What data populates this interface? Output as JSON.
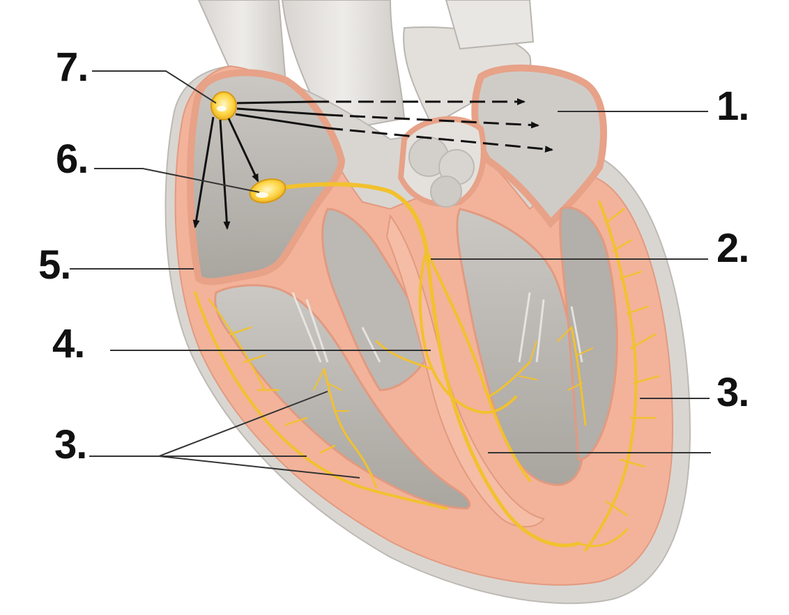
{
  "labels": {
    "l7": "7.",
    "l6": "6.",
    "l5": "5.",
    "l4": "4.",
    "l3_left": "3.",
    "l1": "1.",
    "l2": "2.",
    "l3_right": "3."
  },
  "colors": {
    "muscle": "#f2b39a",
    "muscle_light": "#f7c8b2",
    "muscle_outline": "#e29a80",
    "tissue": "#c9c6c2",
    "tissue_light": "#dedbd7",
    "tissue_dark": "#9c9893",
    "vessel": "#e8e6e2",
    "conduction": "#f2c12e",
    "conduction_light": "#ffe07a",
    "leader": "#333333",
    "arrow": "#111111"
  },
  "icons": {
    "sa_node": "sa-node-icon",
    "av_node": "av-node-icon"
  }
}
